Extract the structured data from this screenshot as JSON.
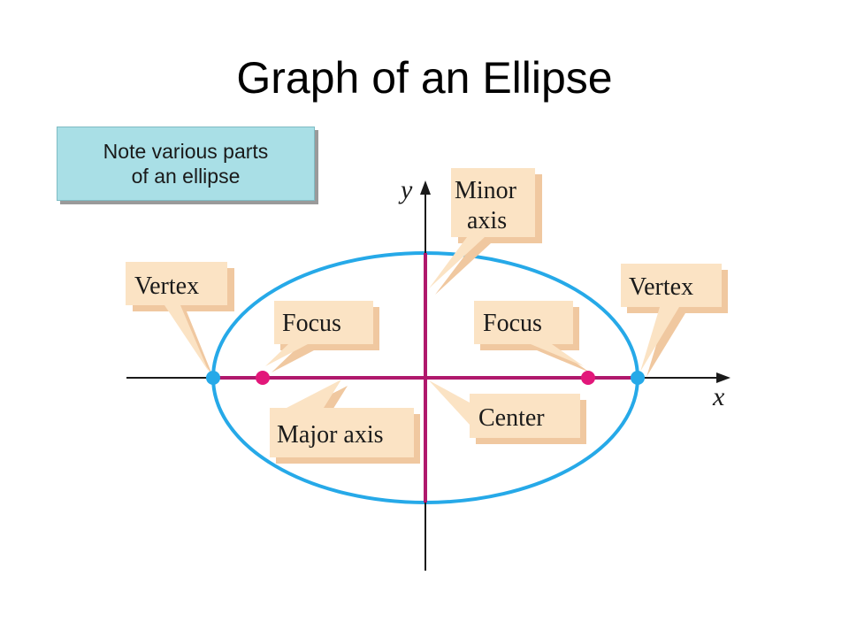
{
  "title": "Graph of an Ellipse",
  "note": {
    "line1": "Note various parts",
    "line2": "of an ellipse"
  },
  "axes": {
    "x_label": "x",
    "y_label": "y"
  },
  "callouts": {
    "minor_axis_line1": "Minor",
    "minor_axis_line2": "axis",
    "vertex_left": "Vertex",
    "vertex_right": "Vertex",
    "focus_left": "Focus",
    "focus_right": "Focus",
    "major_axis": "Major axis",
    "center": "Center"
  },
  "colors": {
    "ellipse": "#26a9e8",
    "axis_segment": "#b0186c",
    "focus_point": "#e2177a",
    "vertex_point": "#26a9e8",
    "callout_fill": "#fbe3c4",
    "callout_shadow": "#f0c8a0",
    "note_fill": "#a9dfe6"
  }
}
